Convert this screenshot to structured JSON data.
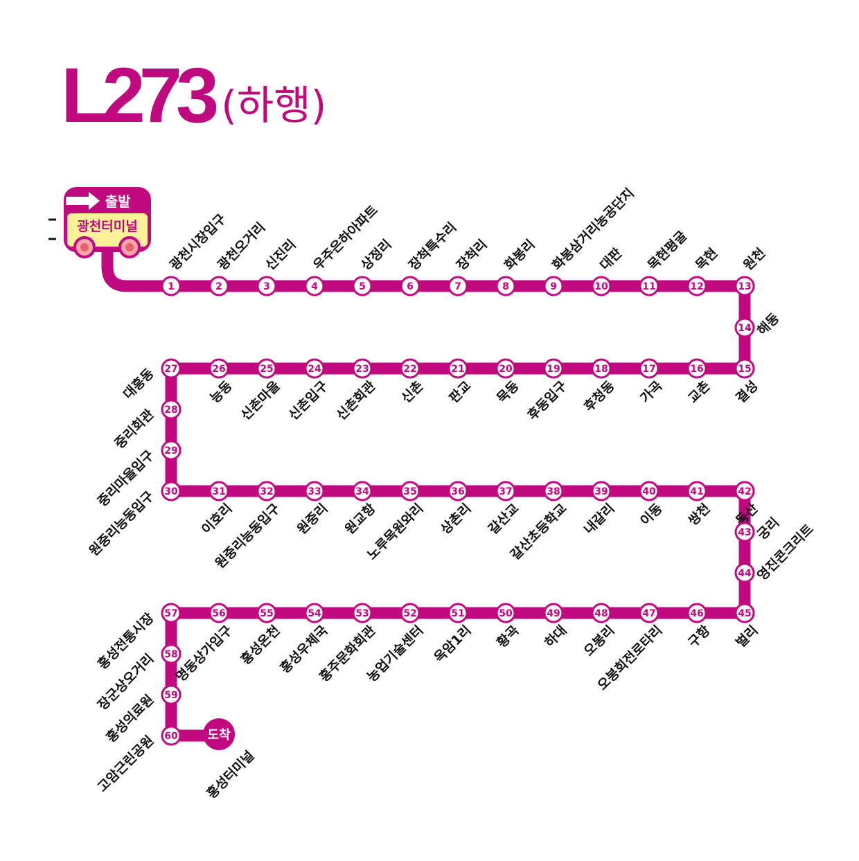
{
  "title": {
    "route": "L273",
    "direction": "(하행)"
  },
  "colors": {
    "accent": "#c0087f",
    "bus_body": "#fdf29a",
    "wheel": "#f7a6a9",
    "text": "#111111"
  },
  "start": {
    "badge": "출발",
    "terminal": "광천터미널"
  },
  "end": {
    "badge": "도착",
    "terminal": "홍성터미널"
  },
  "stops": [
    {
      "n": "1",
      "name": "광천시장입구"
    },
    {
      "n": "2",
      "name": "광천오거리"
    },
    {
      "n": "3",
      "name": "신진리"
    },
    {
      "n": "4",
      "name": "우주은하아파트"
    },
    {
      "n": "5",
      "name": "상정리"
    },
    {
      "n": "6",
      "name": "장척특수리"
    },
    {
      "n": "7",
      "name": "장척리"
    },
    {
      "n": "8",
      "name": "화봉리"
    },
    {
      "n": "9",
      "name": "화봉삼거리농공단지"
    },
    {
      "n": "10",
      "name": "대판"
    },
    {
      "n": "11",
      "name": "목현평굴"
    },
    {
      "n": "12",
      "name": "목현"
    },
    {
      "n": "13",
      "name": "원천"
    },
    {
      "n": "14",
      "name": "해동"
    },
    {
      "n": "15",
      "name": "결성"
    },
    {
      "n": "16",
      "name": "교촌"
    },
    {
      "n": "17",
      "name": "가곡"
    },
    {
      "n": "18",
      "name": "후청동"
    },
    {
      "n": "19",
      "name": "후동입구"
    },
    {
      "n": "20",
      "name": "묵동"
    },
    {
      "n": "21",
      "name": "판교"
    },
    {
      "n": "22",
      "name": "신촌"
    },
    {
      "n": "23",
      "name": "신촌회관"
    },
    {
      "n": "24",
      "name": "신촌입구"
    },
    {
      "n": "25",
      "name": "신촌마을"
    },
    {
      "n": "26",
      "name": "능동"
    },
    {
      "n": "27",
      "name": "대흥동"
    },
    {
      "n": "28",
      "name": "중리회관"
    },
    {
      "n": "29",
      "name": "중리마을입구"
    },
    {
      "n": "30",
      "name": "원중리능동입구"
    },
    {
      "n": "31",
      "name": "이호리"
    },
    {
      "n": "32",
      "name": "원중리능동입구"
    },
    {
      "n": "33",
      "name": "원중리"
    },
    {
      "n": "34",
      "name": "원교항"
    },
    {
      "n": "35",
      "name": "노루목원와리"
    },
    {
      "n": "36",
      "name": "상촌리"
    },
    {
      "n": "37",
      "name": "갈산교"
    },
    {
      "n": "38",
      "name": "갈산초등학교"
    },
    {
      "n": "39",
      "name": "내갈리"
    },
    {
      "n": "40",
      "name": "이동"
    },
    {
      "n": "41",
      "name": "쌍천"
    },
    {
      "n": "42",
      "name": "동산"
    },
    {
      "n": "43",
      "name": "궁리"
    },
    {
      "n": "44",
      "name": "영진콘크리트"
    },
    {
      "n": "45",
      "name": "벌리"
    },
    {
      "n": "46",
      "name": "구항"
    },
    {
      "n": "47",
      "name": "오봉회전로타리"
    },
    {
      "n": "48",
      "name": "오봉리"
    },
    {
      "n": "49",
      "name": "하대"
    },
    {
      "n": "50",
      "name": "황곡"
    },
    {
      "n": "51",
      "name": "옥암1리"
    },
    {
      "n": "52",
      "name": "농업기술센터"
    },
    {
      "n": "53",
      "name": "홍주문화회관"
    },
    {
      "n": "54",
      "name": "홍성우체국"
    },
    {
      "n": "55",
      "name": "홍성온천"
    },
    {
      "n": "56",
      "name": "명동상가입구"
    },
    {
      "n": "57",
      "name": "홍성전통시장"
    },
    {
      "n": "58",
      "name": "장군상오거리"
    },
    {
      "n": "59",
      "name": "홍성의료원"
    },
    {
      "n": "60",
      "name": "고암근린공원"
    }
  ]
}
